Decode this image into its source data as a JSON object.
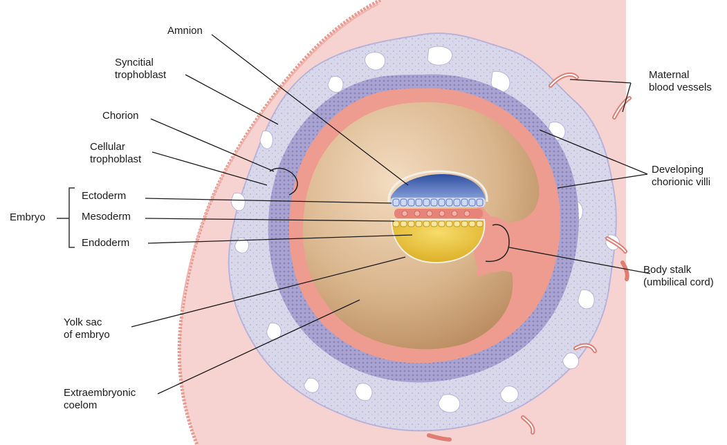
{
  "labels": {
    "amnion": "Amnion",
    "syncitial": [
      "Syncitial",
      "trophoblast"
    ],
    "chorion": "Chorion",
    "cellular": [
      "Cellular",
      "trophoblast"
    ],
    "embryo": "Embryo",
    "ectoderm": "Ectoderm",
    "mesoderm": "Mesoderm",
    "endoderm": "Endoderm",
    "yolk": [
      "Yolk sac",
      "of embryo"
    ],
    "coelom": [
      "Extraembryonic",
      "coelom"
    ],
    "maternal": [
      "Maternal",
      "blood vessels"
    ],
    "villi": [
      "Developing",
      "chorionic villi"
    ],
    "stalk": [
      "Body stalk",
      "(umbilical cord)"
    ]
  },
  "colors": {
    "uterine_tissue": "#f6d3d0",
    "endometrium_edge": "#e89a90",
    "trophoblast": "#d9d7ea",
    "cellular_trophoblast": "#a9a3d1",
    "chorion_lining": "#ee9c8f",
    "coelom_fluid": "#d9b58c",
    "ectoderm": "#5b78c0",
    "mesoderm": "#e78479",
    "endoderm": "#e8c33a"
  }
}
